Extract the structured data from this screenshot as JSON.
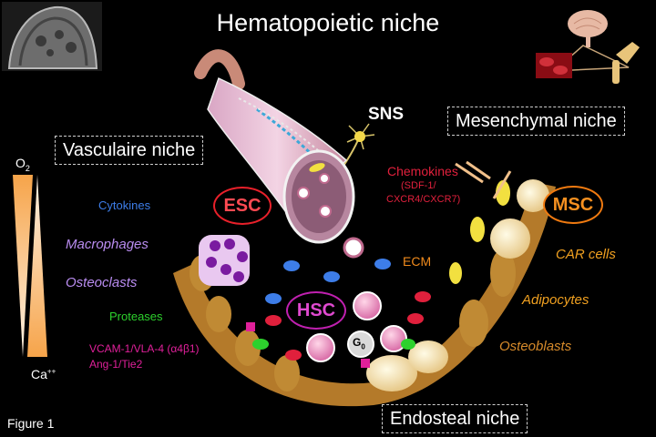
{
  "title": "Hematopoietic niche",
  "figure_caption": "Figure 1",
  "niches": {
    "vascular": "Vasculaire niche",
    "mesenchymal": "Mesenchymal niche",
    "endosteal": "Endosteal niche"
  },
  "nerve_label": "SNS",
  "gradient": {
    "oxygen": "O",
    "oxygen_sub": "2",
    "calcium": "Ca",
    "calcium_sup": "++"
  },
  "cells": {
    "esc": "ESC",
    "hsc": "HSC",
    "msc": "MSC",
    "g0": "G",
    "g0_sub": "0"
  },
  "left_factors": {
    "cytokines": "Cytokines",
    "macrophages": "Macrophages",
    "osteoclasts": "Osteoclasts",
    "proteases": "Proteases",
    "adhesion_1": "VCAM-1/VLA-4 (α4β1)",
    "adhesion_2": "Ang-1/Tie2"
  },
  "center_factors": {
    "chemokines": "Chemokines",
    "chemokines_detail_1": "(SDF-1/",
    "chemokines_detail_2": "CXCR4/CXCR7)",
    "ecm": "ECM"
  },
  "right_factors": {
    "car_cells": "CAR cells",
    "adipocytes": "Adipocytes",
    "osteoblasts": "Osteoblasts"
  },
  "colors": {
    "cytokines": "#3d7de8",
    "macrophages": "#b98cf0",
    "proteases": "#2dd12d",
    "adhesion": "#e0209a",
    "chemokines": "#e0203c",
    "ecm": "#f08a1c",
    "msc_cells": "#f0a020",
    "esc_ring": "#e8202a",
    "hsc_ring": "#c020b0",
    "msc_ring": "#f07a10"
  }
}
